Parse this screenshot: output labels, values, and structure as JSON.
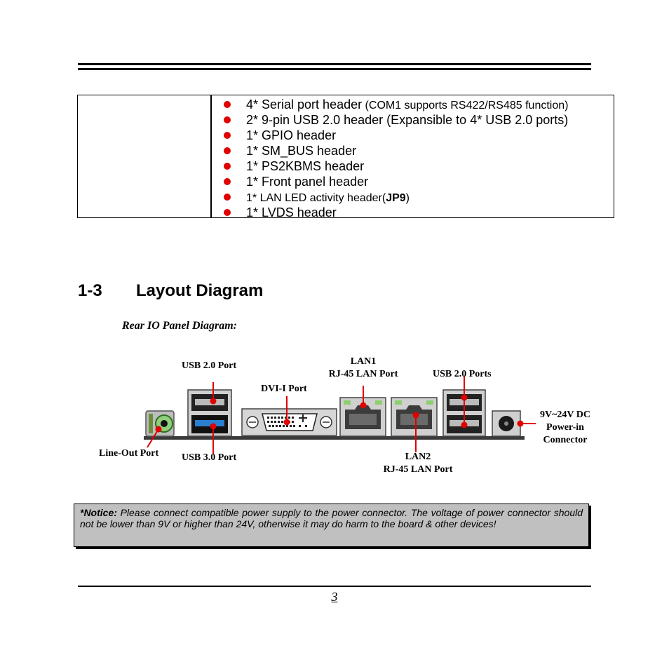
{
  "spec_items": [
    {
      "main": "4* Serial port header",
      "small": " (COM1 supports RS422/RS485 function)"
    },
    {
      "main": "2* 9-pin USB 2.0 header (Expansible to 4* USB 2.0 ports)",
      "small": ""
    },
    {
      "main": "1* GPIO header",
      "small": ""
    },
    {
      "main": "1* SM_BUS header",
      "small": ""
    },
    {
      "main": "1* PS2KBMS header",
      "small": ""
    },
    {
      "main": "1* Front panel header",
      "small": ""
    },
    {
      "main": "",
      "small": "1* LAN LED activity header(",
      "bold": "JP9",
      "small_end": ")"
    },
    {
      "main": "1* LVDS header",
      "small": ""
    }
  ],
  "section": {
    "number": "1-3",
    "title": "Layout Diagram"
  },
  "subheading": "Rear IO Panel Diagram:",
  "diagram_labels": {
    "usb20_port": "USB 2.0 Port",
    "dvi": "DVI-I Port",
    "lan1_line1": "LAN1",
    "lan1_line2": "RJ-45 LAN Port",
    "usb20_ports": "USB 2.0 Ports",
    "power_line1": "9V~24V DC",
    "power_line2": "Power-in",
    "power_line3": "Connector",
    "line_out": "Line-Out Port",
    "usb30": "USB 3.0 Port",
    "lan2_line1": "LAN2",
    "lan2_line2": "RJ-45 LAN Port"
  },
  "notice": {
    "label": "*Notice:",
    "text": " Please connect compatible power supply to the power connector. The voltage of power connector should not be lower than 9V or higher than 24V, otherwise it may do harm to the board & other devices!"
  },
  "page_number": "3",
  "colors": {
    "bullet": "#e00000",
    "pointer": "#e00000",
    "notice_bg": "#c0c0c0",
    "usb3_blue": "#2a7fd0"
  }
}
